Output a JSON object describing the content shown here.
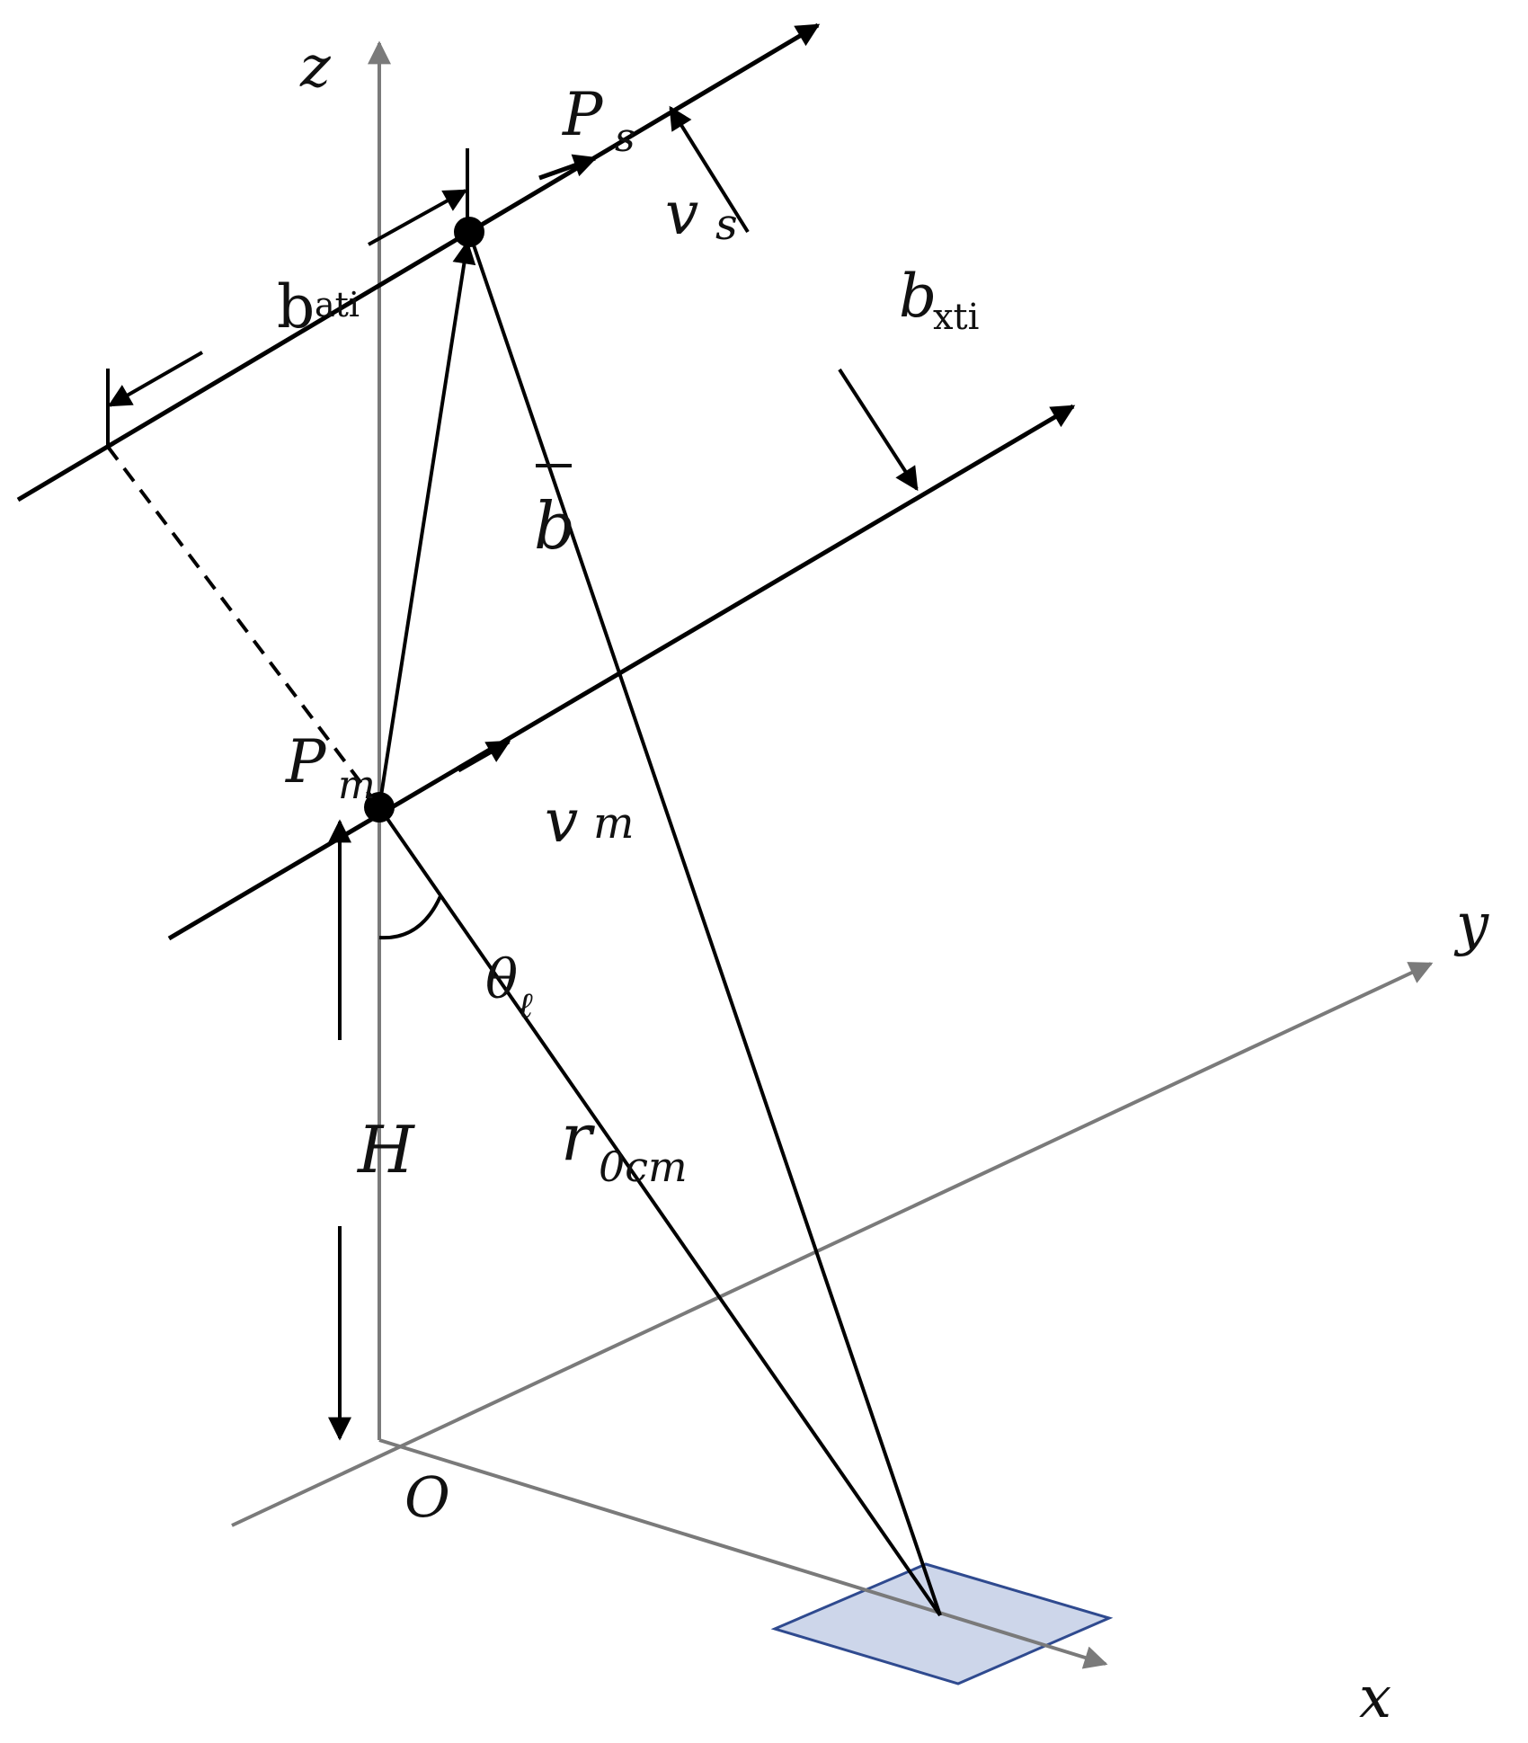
{
  "labels": {
    "z": "z",
    "y": "y",
    "x": "x",
    "origin": "O",
    "ps_main": "P",
    "ps_sub": "s",
    "pm_main": "P",
    "pm_sub": "m",
    "vs_main": "v",
    "vs_sub": "s",
    "vm_main": "v",
    "vm_sub": "m",
    "bati_main": "b",
    "bati_sub": "ati",
    "bxti_main": "b",
    "bxti_sub": "xti",
    "b_vec": "b",
    "theta_main": "θ",
    "theta_sub": "ℓ",
    "H": "H",
    "r_main": "r",
    "r_sub": "0cm"
  },
  "colors": {
    "axis": "#7a7a7a",
    "line": "#000000",
    "patch_fill": "#cdd6ea",
    "patch_stroke": "#2f4a8f"
  }
}
